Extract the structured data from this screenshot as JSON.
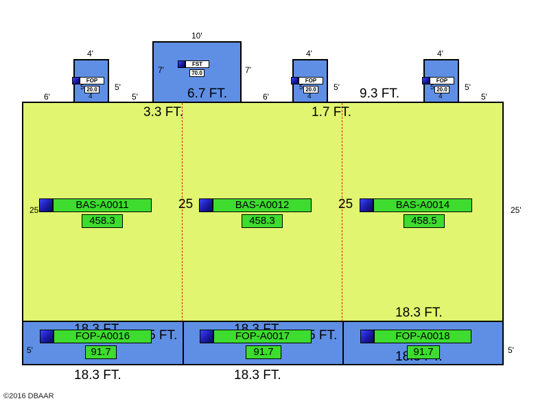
{
  "top_dims": {
    "fst_width": "10'",
    "fst_left_side": "7'",
    "fst_right_side": "7'",
    "fop1_width": "4'",
    "fop1_depth": "4",
    "fop1_side": "5'",
    "fop2_width": "4'",
    "fop2_depth": "4",
    "fop2_side": "5'",
    "fop3_width": "4'",
    "fop3_depth": "4",
    "fop3_side": "5'",
    "left_edge": "6'",
    "seg_a": "5'",
    "seg_b": "6'",
    "seg_c": "5'",
    "dim_6_7": "6.7 FT.",
    "dim_9_3": "9.3 FT.",
    "dim_3_3": "3.3 FT.",
    "dim_1_7": "1.7 FT."
  },
  "small_tags": {
    "fop1": {
      "label": "FOP",
      "area": "20.0",
      "num": "5"
    },
    "fst": {
      "label": "FST",
      "area": "70.0"
    },
    "fop2": {
      "label": "FOP",
      "area": "20.0",
      "num": "5"
    },
    "fop3": {
      "label": "FOP",
      "area": "20.0",
      "num": "5"
    }
  },
  "side_dims": {
    "left_25": "25",
    "mid1_25": "25",
    "mid2_25": "25",
    "right_25": "25'",
    "porch_left": "5'",
    "porch_right": "5'"
  },
  "bottom_dims": {
    "unit3_bottom": "18.3 FT.",
    "porch1_bottom": "18.3 FT.",
    "porch2_bottom": "18.3 FT.",
    "overlap1": "18.3 FT.",
    "overlap1_b": "5 FT.",
    "overlap2": "18.3 FT.",
    "overlap2_b": "5 FT.",
    "overlap3": "18.3 FT."
  },
  "units": [
    {
      "label": "BAS-A0011",
      "area": "458.3"
    },
    {
      "label": "BAS-A0012",
      "area": "458.3"
    },
    {
      "label": "BAS-A0014",
      "area": "458.5"
    }
  ],
  "porches": [
    {
      "label": "FOP-A0016",
      "area": "91.7"
    },
    {
      "label": "FOP-A0017",
      "area": "91.7"
    },
    {
      "label": "FOP-A0018",
      "area": "91.7"
    }
  ],
  "copyright": "©2016 DBAAR",
  "colors": {
    "bas_fill": "#e1f570",
    "porch_fill": "#5f8fe5",
    "tag_fill": "#3ddc2e",
    "dash": "#e01a1a"
  }
}
